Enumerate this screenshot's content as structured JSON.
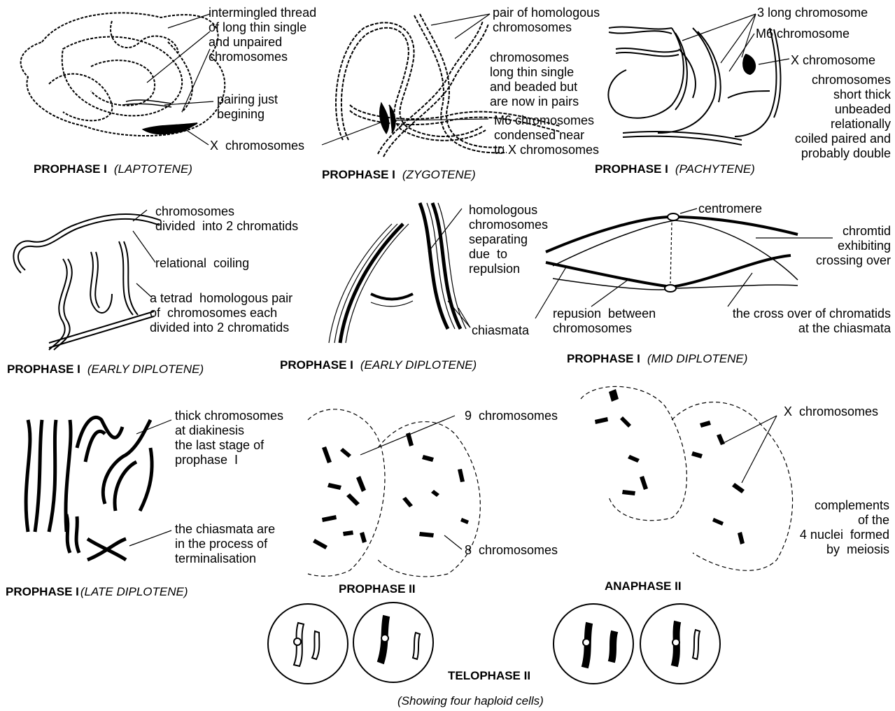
{
  "titles": {
    "laptotene": {
      "main": "PROPHASE I",
      "sub": "(LAPTOTENE)"
    },
    "zygotene": {
      "main": "PROPHASE I",
      "sub": "(ZYGOTENE)"
    },
    "pachytene": {
      "main": "PROPHASE I",
      "sub": "(PACHYTENE)"
    },
    "early_diplotene_1": {
      "main": "PROPHASE I",
      "sub": "(EARLY DIPLOTENE)"
    },
    "early_diplotene_2": {
      "main": "PROPHASE I",
      "sub": "(EARLY DIPLOTENE)"
    },
    "mid_diplotene": {
      "main": "PROPHASE I",
      "sub": "(MID DIPLOTENE)"
    },
    "late_diplotene": {
      "main": "PROPHASE I",
      "sub": "(LATE DIPLOTENE)"
    },
    "prophase_2": "PROPHASE II",
    "anaphase_2": "ANAPHASE II",
    "telophase_2": "TELOPHASE II",
    "telophase_caption": "(Showing four haploid cells)"
  },
  "labels": {
    "intermingled": "intermingled thread\nof long thin single\nand unpaired\nchromosomes",
    "pairing": "pairing just\nbegining",
    "x_chromosomes_1": "X  chromosomes",
    "pair_homologous": "pair of homologous\nchromosomes",
    "long_thin_beaded": "chromosomes\nlong thin single\nand beaded but\nare now in pairs",
    "m6_condensed": "M6 chromosomes\ncondensed near\nto X chromosomes",
    "three_long": "3 long chromosome",
    "m6": "M6 chromosome",
    "x_chromosome": "X chromosome",
    "short_thick": "chromosomes\nshort thick\nunbeaded\nrelationally\ncoiled paired and\nprobably double",
    "divided_2": "chromosomes\ndivided  into 2 chromatids",
    "relational_coiling": "relational  coiling",
    "tetrad": "a tetrad  homologous pair\nof  chromosomes each\ndivided into 2 chromatids",
    "homologous_separating": "homologous\nchromosomes\nseparating\ndue  to\nrepulsion",
    "chiasmata": "chiasmata",
    "centromere": "centromere",
    "chromatid_crossing": "chromtid\nexhibiting\ncrossing over",
    "repulsion": "repusion  between\nchromosomes",
    "cross_over": "the cross over of chromatids\nat the chiasmata",
    "thick_diakinesis": "thick chromosomes\nat diakinesis\nthe last stage of\nprophase  I",
    "terminalisation": "the chiasmata are\nin the process of\nterminalisation",
    "nine_chromosomes": "9  chromosomes",
    "eight_chromosomes": "8  chromosomes",
    "x_chromosomes_2": "X  chromosomes",
    "complements": "complements\nof the\n4 nuclei  formed\nby  meiosis"
  }
}
